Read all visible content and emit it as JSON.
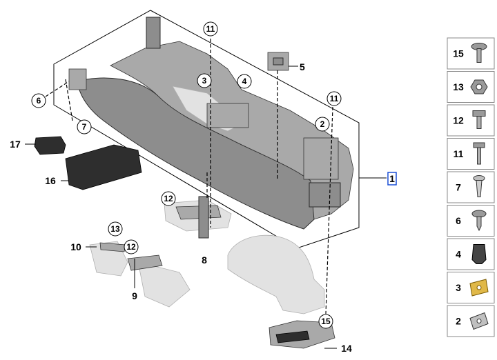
{
  "callouts": {
    "c1": "1",
    "c2": "2",
    "c3": "3",
    "c4": "4",
    "c5": "5",
    "c6": "6",
    "c7": "7",
    "c8": "8",
    "c9": "9",
    "c10": "10",
    "c11a": "11",
    "c11b": "11",
    "c12a": "12",
    "c12b": "12",
    "c13": "13",
    "c14": "14",
    "c15": "15",
    "c16": "16",
    "c17": "17"
  },
  "legend": [
    {
      "label": "15",
      "icon": "flange-screw-icon"
    },
    {
      "label": "13",
      "icon": "hex-nut-icon"
    },
    {
      "label": "12",
      "icon": "hex-bolt-icon"
    },
    {
      "label": "11",
      "icon": "hex-screw-icon"
    },
    {
      "label": "7",
      "icon": "expanding-rivet-icon"
    },
    {
      "label": "6",
      "icon": "self-tapping-screw-icon"
    },
    {
      "label": "4",
      "icon": "clip-nut-icon"
    },
    {
      "label": "3",
      "icon": "u-nut-icon"
    },
    {
      "label": "2",
      "icon": "spring-nut-icon"
    }
  ],
  "colors": {
    "part_dark": "#8d8d8d",
    "part_light": "#e2e2e2",
    "highlight_box": "#1a4fd6"
  }
}
